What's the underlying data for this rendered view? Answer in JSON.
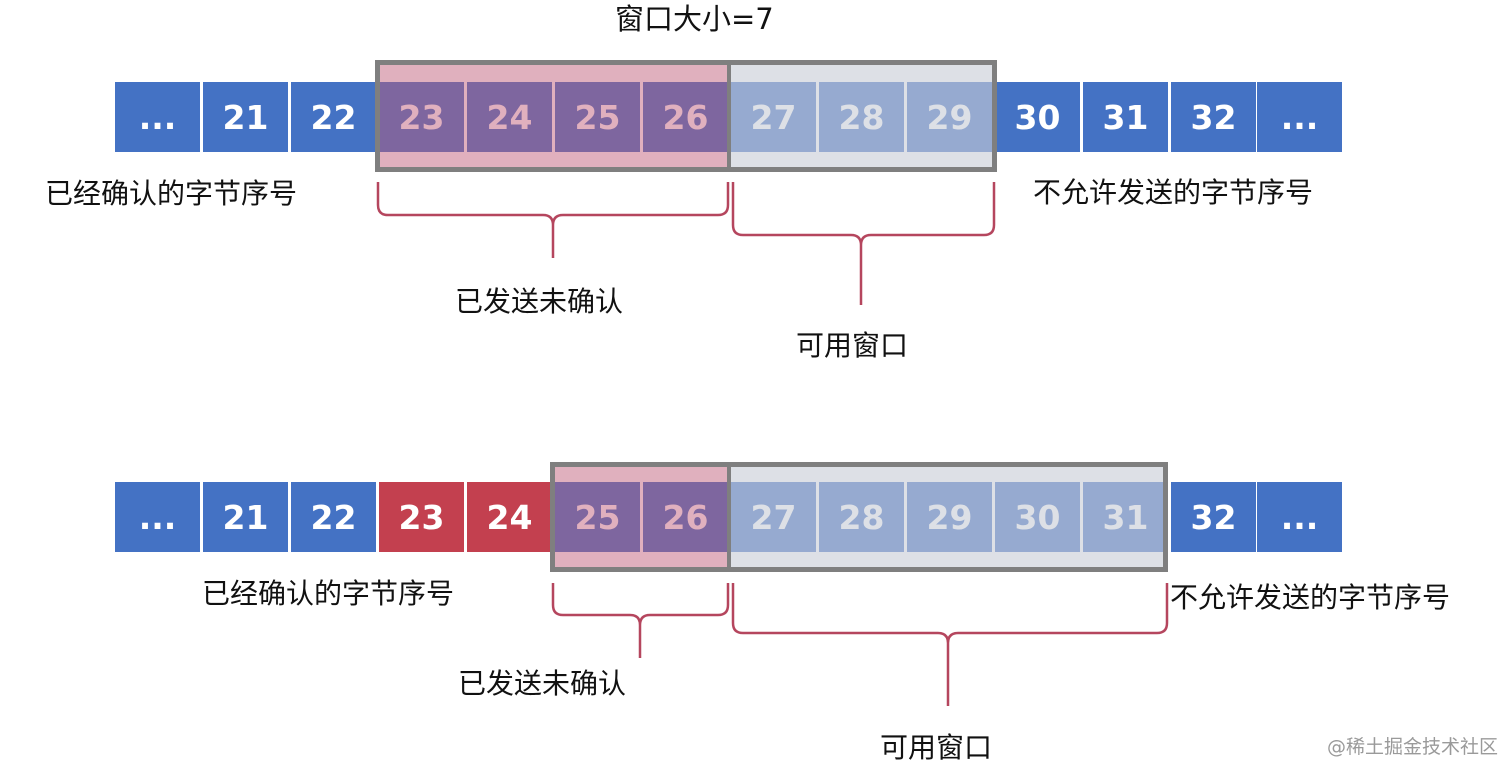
{
  "top": {
    "title": "窗口大小=7",
    "cells": [
      "...",
      "21",
      "22",
      "23",
      "24",
      "25",
      "26",
      "27",
      "28",
      "29",
      "30",
      "31",
      "32",
      "..."
    ],
    "acked_label": "已经确认的字节序号",
    "sent_unacked_label": "已发送未确认",
    "available_label": "可用窗口",
    "not_allowed_label": "不允许发送的字节序号"
  },
  "bottom": {
    "cells": [
      "...",
      "21",
      "22",
      "23",
      "24",
      "25",
      "26",
      "27",
      "28",
      "29",
      "30",
      "31",
      "32",
      "..."
    ],
    "acked_label": "已经确认的字节序号",
    "sent_unacked_label": "已发送未确认",
    "available_label": "可用窗口",
    "not_allowed_label": "不允许发送的字节序号"
  },
  "watermark": "@稀土掘金技术社区",
  "colors": {
    "cell_blue": "#4472c4",
    "acked_red": "#c3404f",
    "window_border": "#7f7f7f",
    "brace": "#b5465e"
  }
}
